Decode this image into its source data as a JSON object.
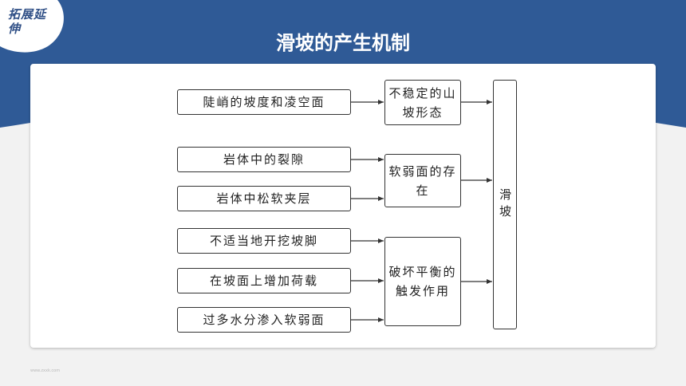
{
  "header": {
    "badge_text": "拓展延伸",
    "title": "滑坡的产生机制"
  },
  "diagram": {
    "causes": [
      "陡峭的坡度和凌空面",
      "岩体中的裂隙",
      "岩体中松软夹层",
      "不适当地开挖坡脚",
      "在坡面上增加荷载",
      "过多水分渗入软弱面"
    ],
    "mid": [
      "不稳定的山坡形态",
      "软弱面的存在",
      "破坏平衡的触发作用"
    ],
    "result": "滑坡"
  },
  "footer": {
    "watermark": "www.zxxk.com"
  },
  "colors": {
    "primary": "#2f5a96",
    "card": "#ffffff",
    "border": "#333333"
  }
}
